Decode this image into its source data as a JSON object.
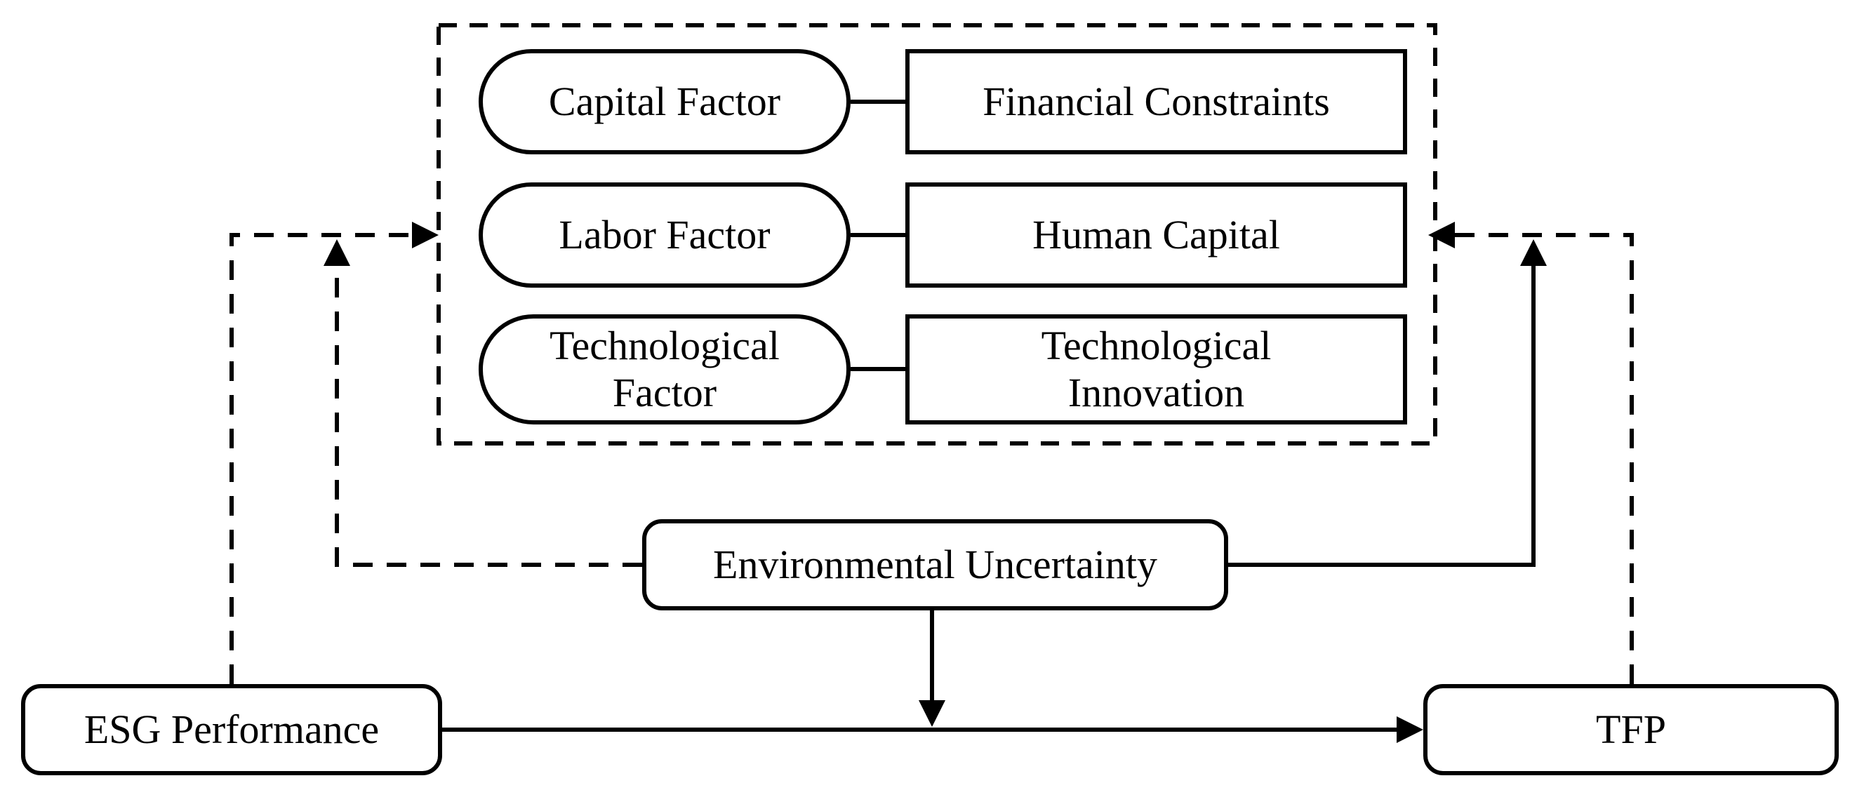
{
  "diagram": {
    "description": "Conceptual framework linking ESG Performance to TFP through production-factor mediators, moderated by Environmental Uncertainty",
    "factor_rows": [
      {
        "factor": "Capital Factor",
        "mediator": "Financial Constraints"
      },
      {
        "factor": "Labor Factor",
        "mediator": "Human Capital"
      },
      {
        "factor": "Technological Factor",
        "mediator": "Technological Innovation"
      }
    ],
    "moderator": "Environmental Uncertainty",
    "independent_variable": "ESG Performance",
    "dependent_variable": "TFP",
    "colors": {
      "stroke": "#000000",
      "fill": "#ffffff"
    }
  }
}
